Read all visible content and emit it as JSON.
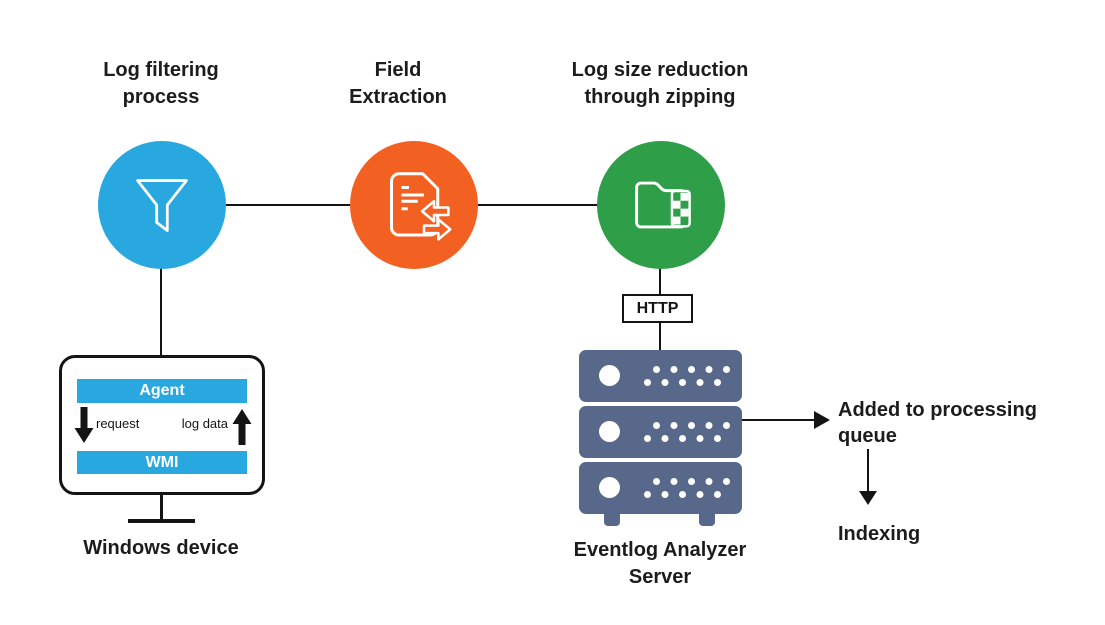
{
  "palette": {
    "filter_blue": "#29A8E0",
    "extraction_orange": "#F26122",
    "zip_green": "#2F9E48",
    "server_slate": "#57688A",
    "line_black": "#141414"
  },
  "steps": {
    "filtering": {
      "line1": "Log filtering",
      "line2": "process",
      "icon": "funnel-icon"
    },
    "extraction": {
      "line1": "Field",
      "line2": "Extraction",
      "icon": "document-field-extraction-icon"
    },
    "zipping": {
      "line1": "Log size reduction",
      "line2": "through zipping",
      "icon": "zipped-folder-icon"
    }
  },
  "windows_device": {
    "agent": "Agent",
    "wmi": "WMI",
    "request": "request",
    "log_data": "log data",
    "caption": "Windows device"
  },
  "server": {
    "protocol": "HTTP",
    "caption_line1": "Eventlog Analyzer",
    "caption_line2": "Server"
  },
  "processing": {
    "queue_line1": "Added to processing",
    "queue_line2": "queue",
    "indexing": "Indexing"
  }
}
